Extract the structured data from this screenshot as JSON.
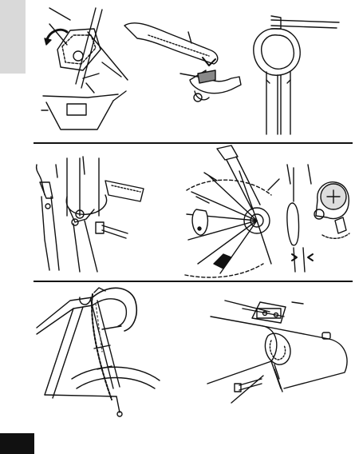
{
  "document": {
    "colors": {
      "ink": "#111111",
      "paper": "#ffffff",
      "tab": "#d9d9d9"
    },
    "sections": [
      {
        "id": "section-1",
        "figures": [
          "sensor-bracket-figure",
          "rubber-strap-figure",
          "bracket-clamp-figure"
        ]
      },
      {
        "id": "section-2",
        "figures": [
          "fork-mount-figure",
          "spoke-magnet-figure",
          "magnet-alignment-figure"
        ]
      },
      {
        "id": "section-3",
        "figures": [
          "cable-routing-figure",
          "handlebar-bracket-figure"
        ]
      }
    ]
  }
}
